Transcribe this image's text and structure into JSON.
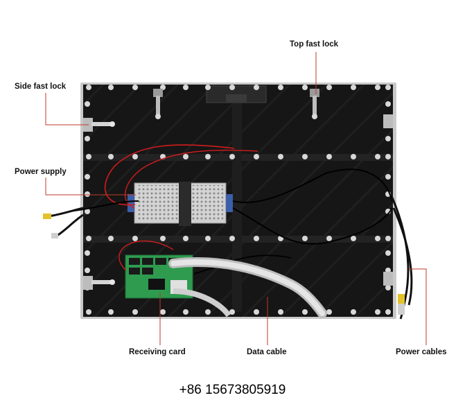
{
  "callouts": {
    "top_fast_lock": "Top fast lock",
    "side_fast_lock": "Side fast lock",
    "power_supply": "Power supply",
    "receiving_card": "Receiving card",
    "data_cable": "Data cable",
    "power_cables": "Power cables"
  },
  "contact": {
    "phone": "+86 15673805919"
  },
  "colors": {
    "leader_line": "#c0392b",
    "cabinet": "#161616",
    "cabinet_frame": "#c9c9c9",
    "pcb": "#2e9b4f",
    "power_supply": "#d2d2d2",
    "ribbon_cable": "#d9d9d9",
    "red_wire": "#d21c1c"
  }
}
